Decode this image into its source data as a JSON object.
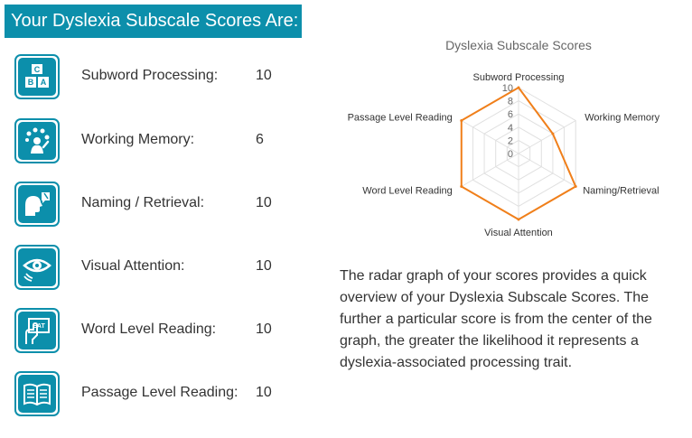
{
  "header": {
    "title": "Your Dyslexia Subscale Scores Are:"
  },
  "scores": [
    {
      "label": "Subword Processing:",
      "value": "10",
      "icon": "alphabet-blocks-icon"
    },
    {
      "label": "Working Memory:",
      "value": "6",
      "icon": "memory-juggle-icon"
    },
    {
      "label": "Naming / Retrieval:",
      "value": "10",
      "icon": "speaking-head-icon"
    },
    {
      "label": "Visual Attention:",
      "value": "10",
      "icon": "eye-icon"
    },
    {
      "label": "Word Level Reading:",
      "value": "10",
      "icon": "flash-card-hand-icon"
    },
    {
      "label": "Passage Level Reading:",
      "value": "10",
      "icon": "open-book-icon"
    }
  ],
  "chart_data": {
    "type": "radar",
    "title": "Dyslexia Subscale Scores",
    "categories": [
      "Subword Processing",
      "Working Memory",
      "Naming/Retrieval",
      "Visual Attention",
      "Word Level Reading",
      "Passage Level Reading"
    ],
    "series": [
      {
        "values": [
          10,
          6,
          10,
          10,
          10,
          10
        ]
      }
    ],
    "r_ticks": [
      "0",
      "2",
      "4",
      "6",
      "8",
      "10"
    ],
    "rlim": [
      0,
      10
    ],
    "grid": true,
    "colors": {
      "series": "#f07f1a",
      "grid": "#e0e0e0"
    }
  },
  "description": "The radar graph of your scores provides a quick overview of your Dyslexia Subscale Scores. The further a particular score is from the center of the graph, the greater the likelihood it represents a dyslexia-associated processing trait.",
  "colors": {
    "accent": "#0c8fab"
  }
}
